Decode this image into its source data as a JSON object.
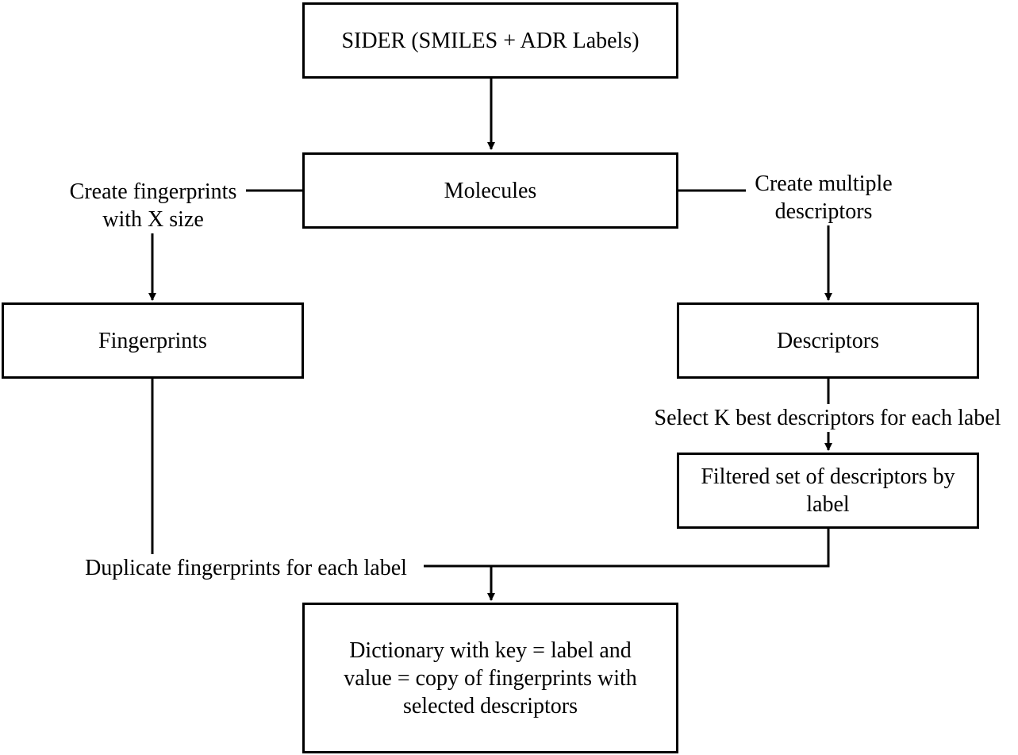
{
  "diagram": {
    "nodes": {
      "sider": "SIDER (SMILES + ADR Labels)",
      "molecules": "Molecules",
      "fingerprints": "Fingerprints",
      "descriptors": "Descriptors",
      "filtered": "Filtered set of descriptors by\nlabel",
      "dictionary": "Dictionary with key = label and\nvalue = copy of fingerprints with\nselected descriptors"
    },
    "edges": {
      "create_fingerprints": "Create fingerprints\nwith X size",
      "create_descriptors": "Create multiple\ndescriptors",
      "select_k_best": "Select K best descriptors for each label",
      "duplicate_fingerprints": "Duplicate fingerprints for each label"
    }
  }
}
